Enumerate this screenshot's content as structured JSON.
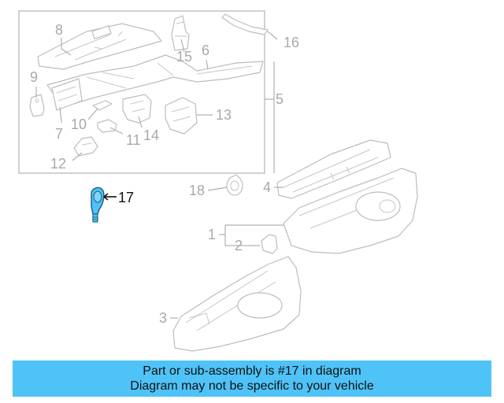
{
  "diagram": {
    "callouts": {
      "c1": "1",
      "c2": "2",
      "c3": "3",
      "c4": "4",
      "c5": "5",
      "c6": "6",
      "c7": "7",
      "c8": "8",
      "c9": "9",
      "c10": "10",
      "c11": "11",
      "c12": "12",
      "c13": "13",
      "c14": "14",
      "c15": "15",
      "c16": "16",
      "c17": "17",
      "c18": "18"
    },
    "highlighted_part": "17",
    "colors": {
      "highlight_fill": "#4fc3f7",
      "highlight_stroke": "#1a5c7a",
      "line_gray": "#bdbdbd",
      "banner_bg": "#4fc3f7"
    }
  },
  "banner": {
    "line1": "Part or sub-assembly is #17 in diagram",
    "line2": "Diagram may not be specific to your vehicle"
  }
}
